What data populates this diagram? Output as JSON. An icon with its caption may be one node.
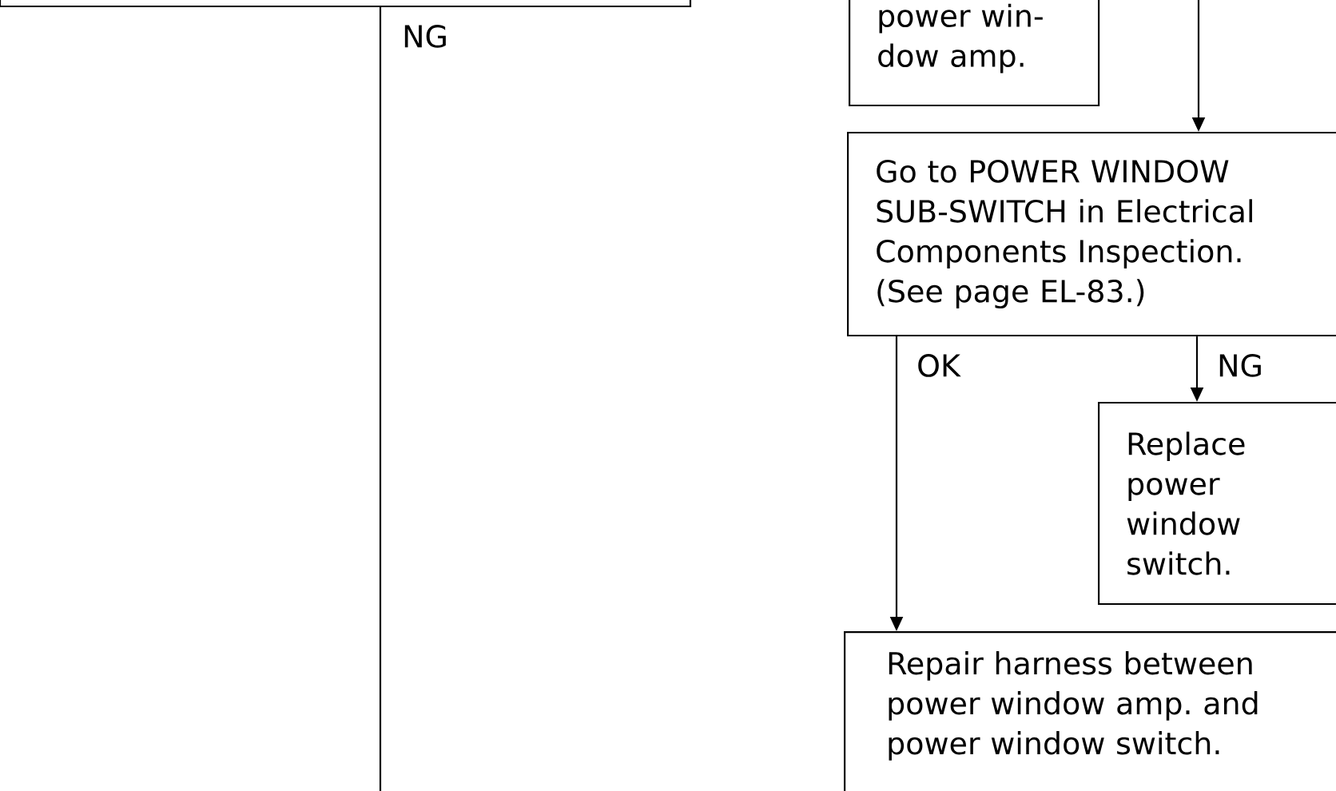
{
  "diagram": {
    "nodes": [
      {
        "text": [],
        "shape": "box"
      },
      {
        "text": [
          "power win- dow amp."
        ]
      },
      {
        "text": [
          "Go to POWER WINDOW SUB-SWITCH in Electrical Components Inspection. (See page EL-83.)"
        ]
      },
      {
        "text": [
          "Replace power window switch."
        ]
      },
      {
        "text": [
          "Repair harness between power window amp. and power window switch."
        ]
      }
    ],
    "edges": [
      {
        "from": 0,
        "to": null,
        "arrow": "none",
        "label": "NG"
      },
      {
        "from": null,
        "to": 2,
        "arrow": "to"
      },
      {
        "from": 2,
        "to": 3,
        "arrow": "to",
        "label": "NG"
      },
      {
        "from": 2,
        "to": 4,
        "arrow": "to",
        "label": "OK"
      }
    ]
  }
}
